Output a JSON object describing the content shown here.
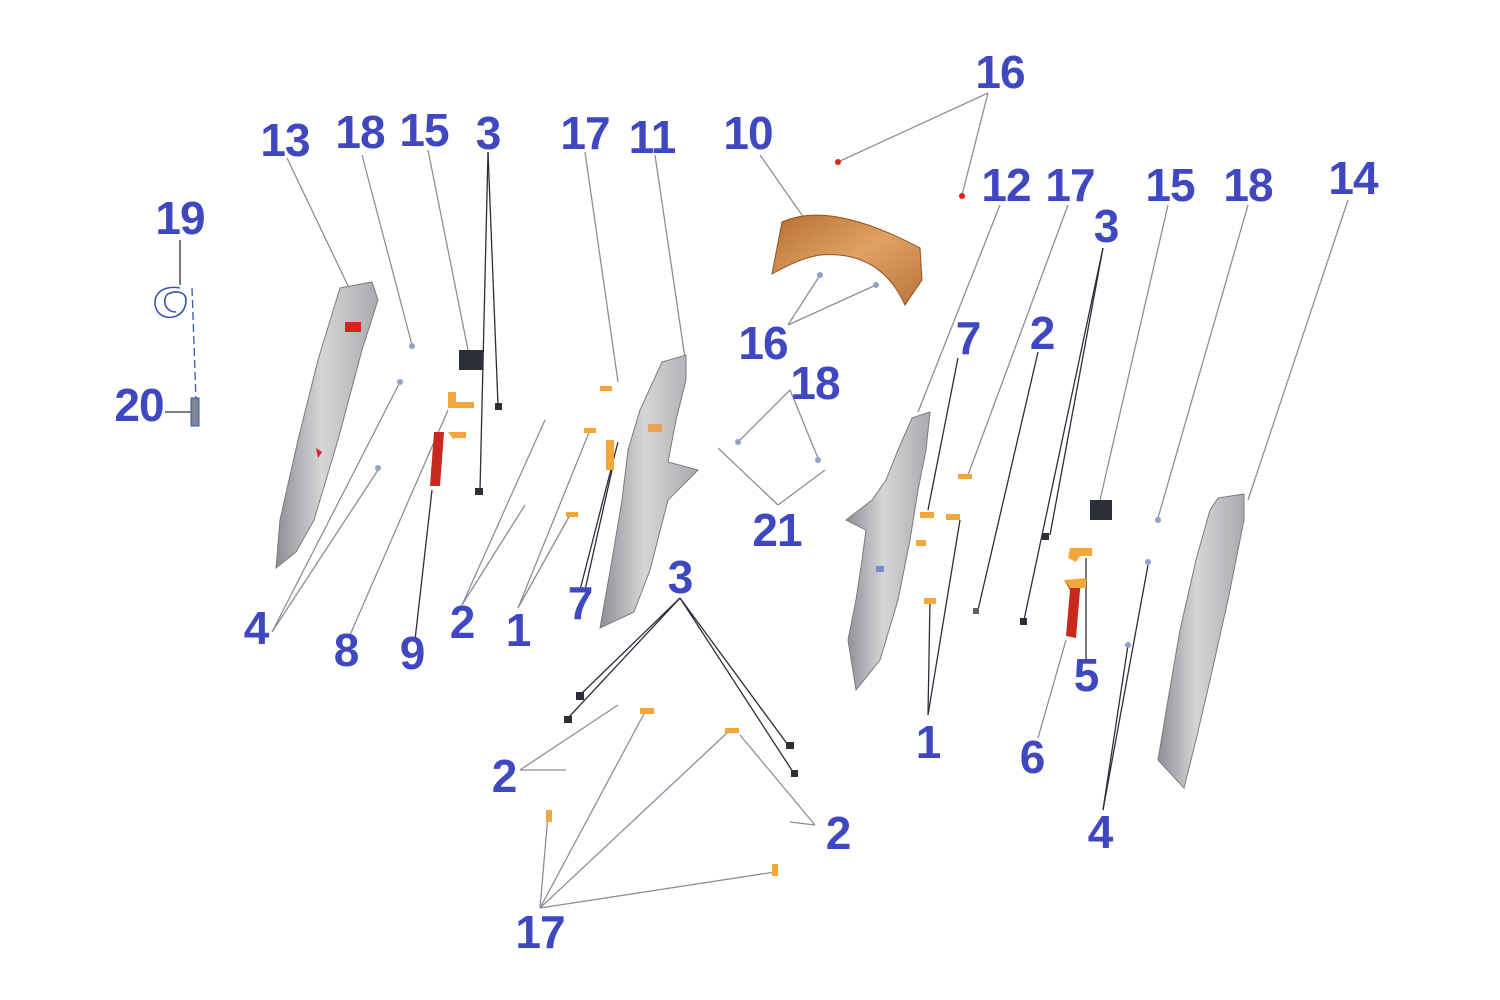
{
  "diagram": {
    "type": "exploded-parts-diagram",
    "colors": {
      "callout_text": "#3f48c0",
      "panel_grey": "#c9c9cb",
      "panel_shadow": "#8e8f93",
      "inner_fender": "#d08a45",
      "clip_orange": "#f2a838",
      "bracket_red": "#c8281e",
      "accent_red": "#e0201a",
      "fastener_dark": "#2d2f36"
    },
    "callouts": [
      {
        "id": "c-16-top",
        "label": "16"
      },
      {
        "id": "c-13",
        "label": "13"
      },
      {
        "id": "c-18-left",
        "label": "18"
      },
      {
        "id": "c-15-left",
        "label": "15"
      },
      {
        "id": "c-3-left",
        "label": "3"
      },
      {
        "id": "c-17-top",
        "label": "17"
      },
      {
        "id": "c-11",
        "label": "11"
      },
      {
        "id": "c-10",
        "label": "10"
      },
      {
        "id": "c-12",
        "label": "12"
      },
      {
        "id": "c-17-right",
        "label": "17"
      },
      {
        "id": "c-15-right",
        "label": "15"
      },
      {
        "id": "c-18-right",
        "label": "18"
      },
      {
        "id": "c-14",
        "label": "14"
      },
      {
        "id": "c-19",
        "label": "19"
      },
      {
        "id": "c-3-right",
        "label": "3"
      },
      {
        "id": "c-7-right",
        "label": "7"
      },
      {
        "id": "c-2-right",
        "label": "2"
      },
      {
        "id": "c-16-mid",
        "label": "16"
      },
      {
        "id": "c-18-mid",
        "label": "18"
      },
      {
        "id": "c-20",
        "label": "20"
      },
      {
        "id": "c-21",
        "label": "21"
      },
      {
        "id": "c-3-bottom",
        "label": "3"
      },
      {
        "id": "c-7-left",
        "label": "7"
      },
      {
        "id": "c-4-left",
        "label": "4"
      },
      {
        "id": "c-2-left",
        "label": "2"
      },
      {
        "id": "c-1-left",
        "label": "1"
      },
      {
        "id": "c-8",
        "label": "8"
      },
      {
        "id": "c-9",
        "label": "9"
      },
      {
        "id": "c-5",
        "label": "5"
      },
      {
        "id": "c-1-right",
        "label": "1"
      },
      {
        "id": "c-6",
        "label": "6"
      },
      {
        "id": "c-2-bottom-left",
        "label": "2"
      },
      {
        "id": "c-2-bottom-right",
        "label": "2"
      },
      {
        "id": "c-4-right",
        "label": "4"
      },
      {
        "id": "c-17-bottom",
        "label": "17"
      }
    ]
  }
}
